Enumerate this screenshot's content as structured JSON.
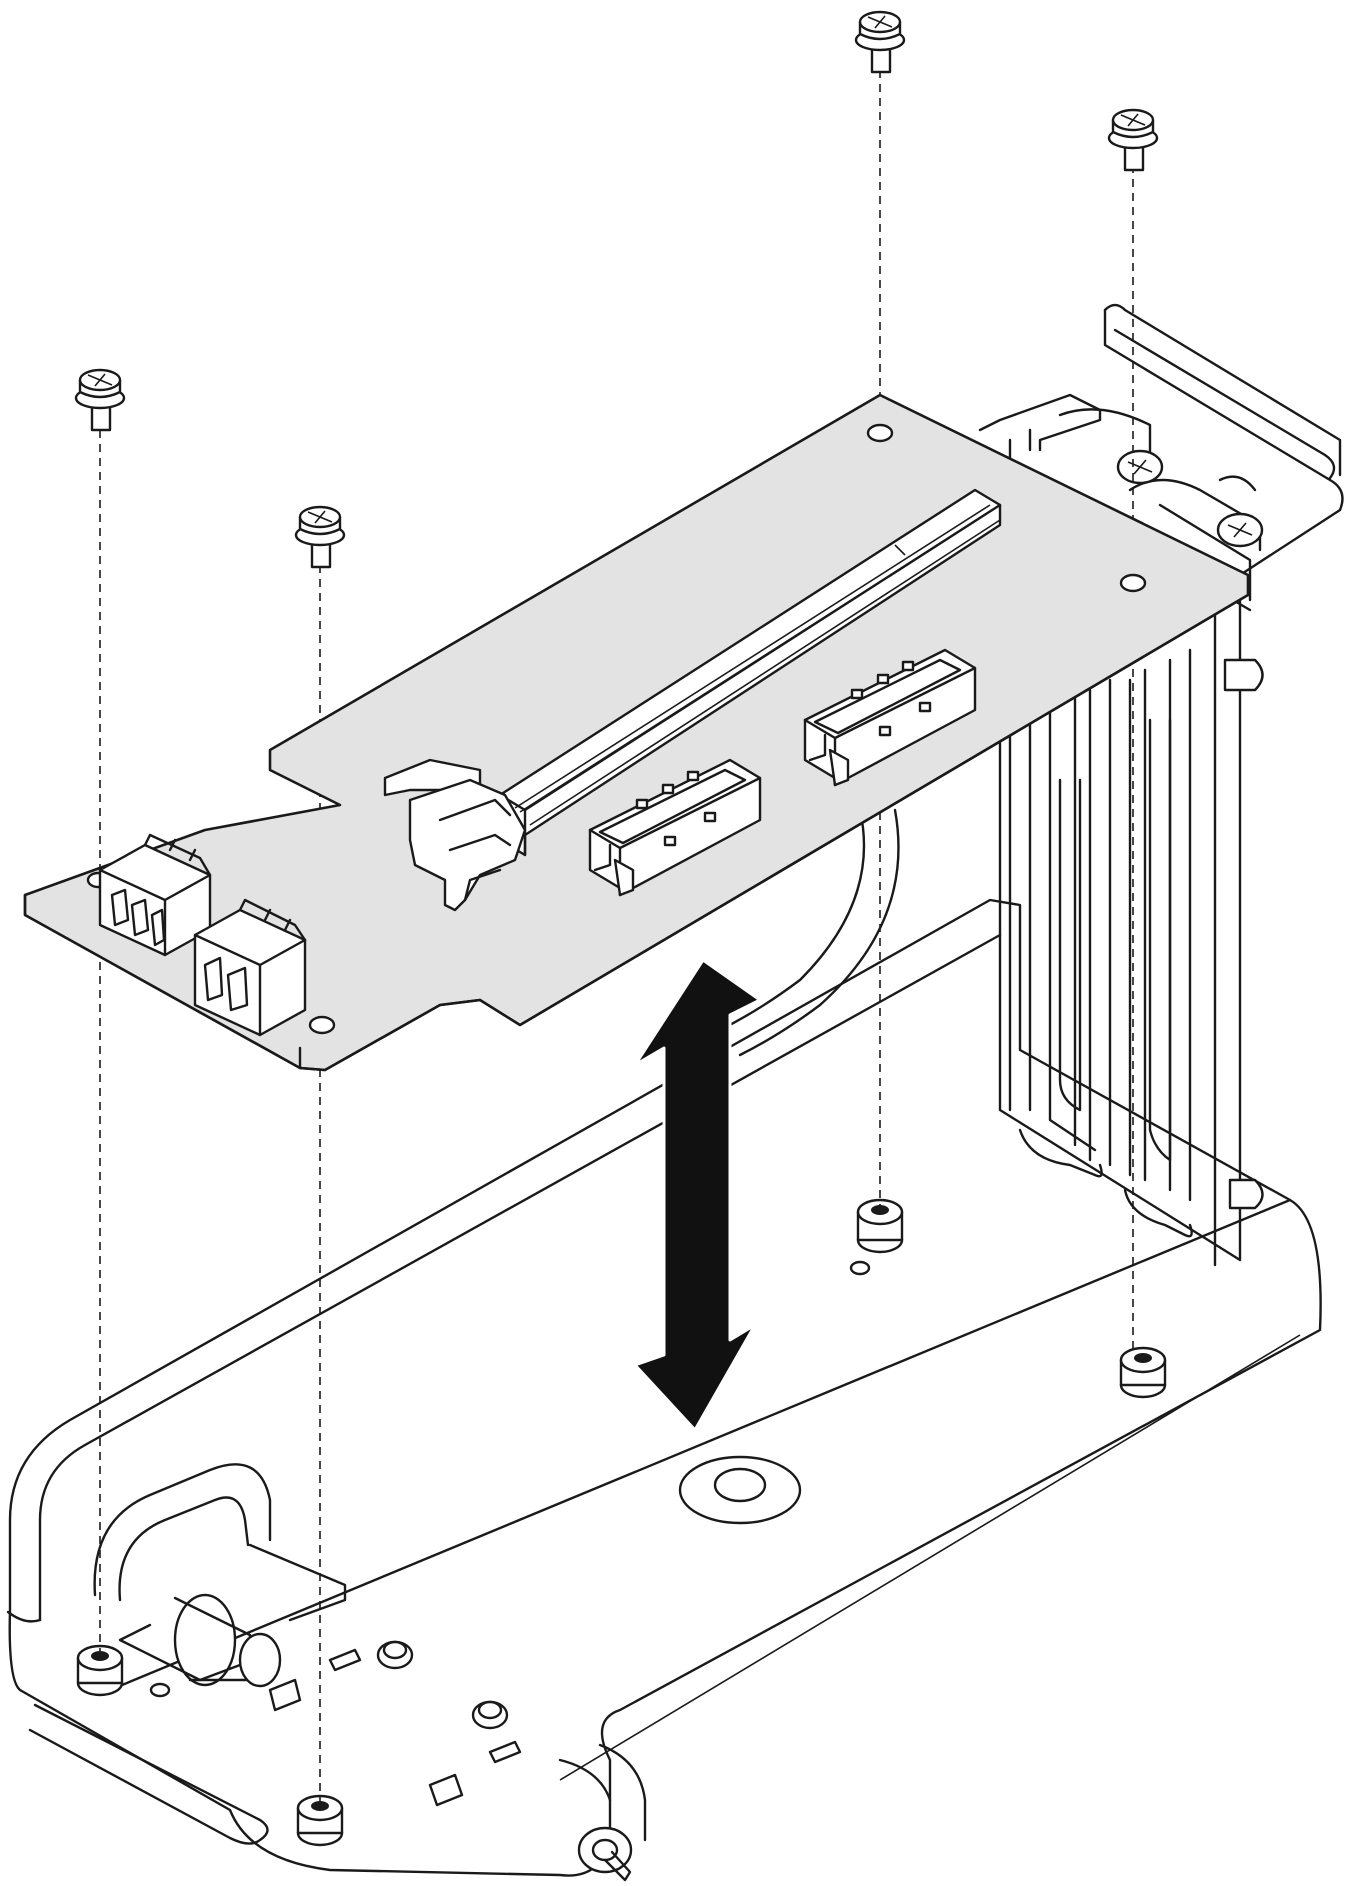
{
  "diagram": {
    "colors": {
      "board_fill": "#e3e3e3",
      "outline": "#1a1a1a",
      "background": "#ffffff",
      "arrow": "#111111"
    },
    "parts": [
      "riser-bracket",
      "riser-card",
      "pcie-slot",
      "connector",
      "power-connector",
      "screw",
      "standoff",
      "double-headed-arrow"
    ]
  }
}
